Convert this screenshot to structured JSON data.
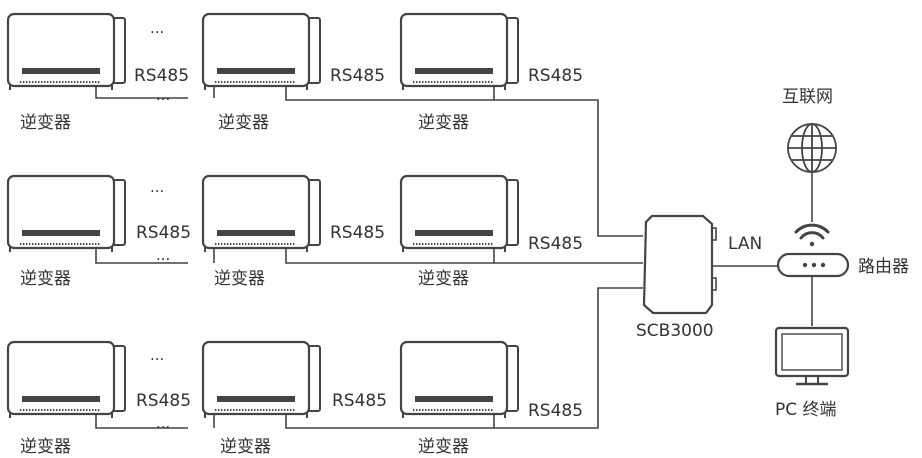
{
  "labels": {
    "inverter": "逆变器",
    "rs485": "RS485",
    "ellipsis": "...",
    "scb": "SCB3000",
    "lan": "LAN",
    "internet": "互联网",
    "router": "路由器",
    "pc": "PC 终端"
  },
  "colors": {
    "line": "#444444",
    "device_fill": "#ffffff",
    "device_bar": "#444444",
    "text": "#333333"
  }
}
